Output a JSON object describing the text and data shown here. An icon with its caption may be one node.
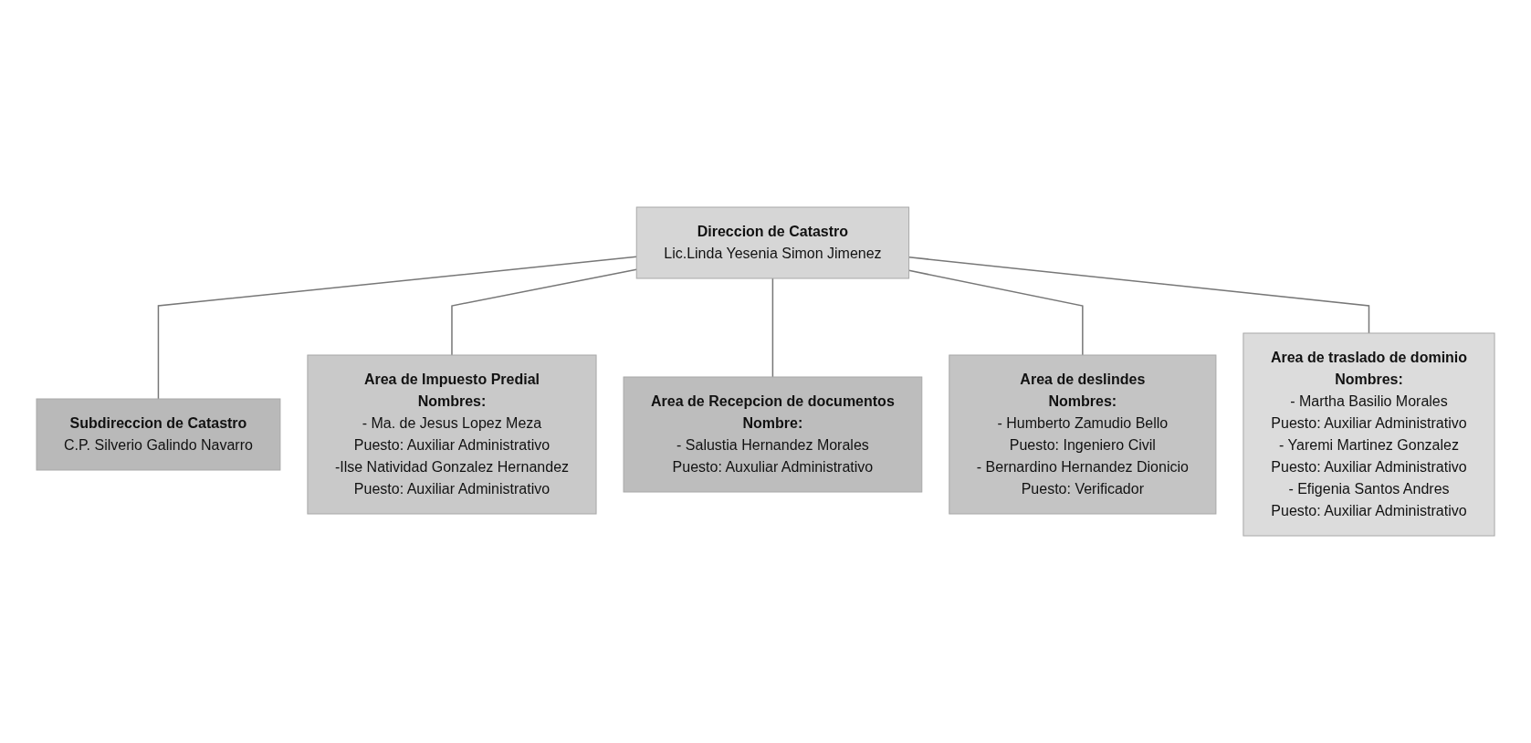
{
  "diagram": {
    "nodes": [
      {
        "text": [
          "Direccion de Catastro",
          "Lic.Linda Yesenia Simon Jimenez"
        ]
      },
      {
        "text": [
          "Subdireccion de Catastro",
          "C.P. Silverio Galindo Navarro"
        ]
      },
      {
        "text": [
          "Area de Impuesto Predial",
          "Nombres:",
          "- Ma. de Jesus Lopez Meza",
          "Puesto:  Auxiliar Administrativo",
          "-Ilse Natividad Gonzalez Hernandez",
          "Puesto:  Auxiliar Administrativo"
        ]
      },
      {
        "text": [
          "Area de Recepcion de documentos",
          "Nombre:",
          "- Salustia Hernandez Morales",
          "Puesto: Auxuliar Administrativo"
        ]
      },
      {
        "text": [
          "Area de deslindes",
          "Nombres:",
          "- Humberto Zamudio Bello",
          "Puesto: Ingeniero Civil",
          "- Bernardino Hernandez Dionicio",
          "Puesto: Verificador"
        ]
      },
      {
        "text": [
          "Area de traslado de dominio",
          "Nombres:",
          "- Martha Basilio Morales",
          "Puesto: Auxiliar Administrativo",
          "- Yaremi Martinez Gonzalez",
          "Puesto: Auxiliar Administrativo",
          "- Efigenia Santos Andres",
          "Puesto: Auxiliar Administrativo"
        ]
      }
    ],
    "edges": [
      {
        "from": 0,
        "to": 1,
        "arrow": "none"
      },
      {
        "from": 0,
        "to": 2,
        "arrow": "none"
      },
      {
        "from": 0,
        "to": 3,
        "arrow": "none"
      },
      {
        "from": 0,
        "to": 4,
        "arrow": "none"
      },
      {
        "from": 0,
        "to": 5,
        "arrow": "none"
      }
    ]
  }
}
